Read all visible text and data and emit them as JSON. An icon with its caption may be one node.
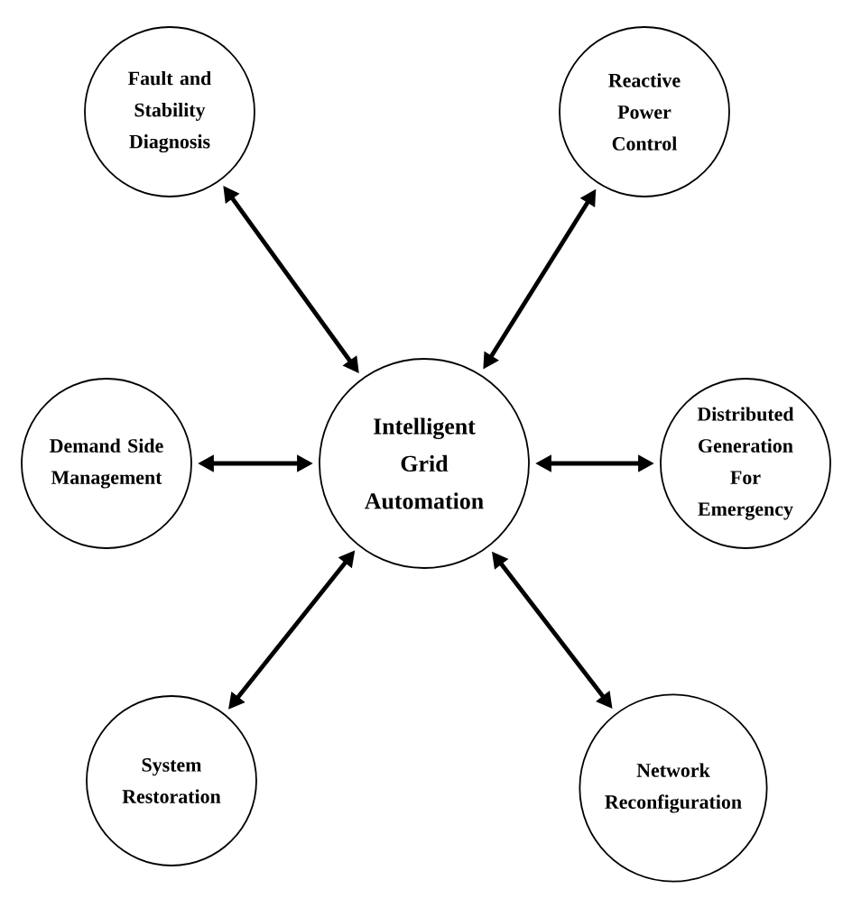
{
  "diagram": {
    "nodes": [
      {
        "text": [
          "Fault and Stability Diagnosis"
        ]
      },
      {
        "text": [
          "Reactive Power Control"
        ]
      },
      {
        "text": [
          "Demand Side Management"
        ]
      },
      {
        "text": [
          "Intelligent Grid Automation"
        ]
      },
      {
        "text": [
          "Distributed Generation For Emergency"
        ]
      },
      {
        "text": [
          "System Restoration"
        ]
      },
      {
        "text": [
          "Network Reconfiguration"
        ]
      }
    ],
    "edges": [
      {
        "from": 3,
        "to": 0,
        "arrow": "both"
      },
      {
        "from": 3,
        "to": 1,
        "arrow": "both"
      },
      {
        "from": 3,
        "to": 2,
        "arrow": "both"
      },
      {
        "from": 3,
        "to": 4,
        "arrow": "both"
      },
      {
        "from": 3,
        "to": 5,
        "arrow": "both"
      },
      {
        "from": 3,
        "to": 6,
        "arrow": "both"
      }
    ]
  }
}
